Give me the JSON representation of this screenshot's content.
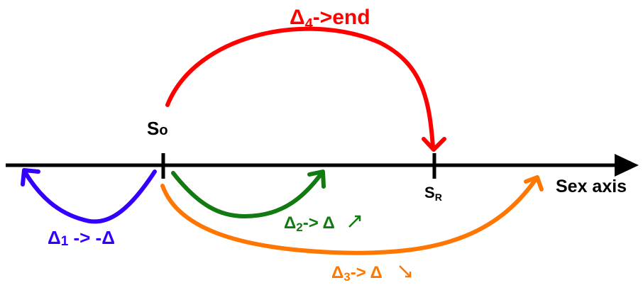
{
  "axis": {
    "label": "Sex axis",
    "color": "#000000"
  },
  "points": {
    "origin": {
      "base": "S",
      "sub": "o"
    },
    "reference": {
      "base": "S",
      "sub": "R"
    }
  },
  "arrows": {
    "delta1": {
      "delta": "Δ",
      "sub": "1",
      "rest": " -> -Δ",
      "color": "#3300FF"
    },
    "delta2": {
      "delta": "Δ",
      "sub": "2",
      "rest": "-> Δ",
      "suffix_icon": "arrow-up-right-icon",
      "color": "#117A11"
    },
    "delta3": {
      "delta": "Δ",
      "sub": "3",
      "rest": "-> Δ",
      "suffix_icon": "arrow-down-right-icon",
      "color": "#FF7700"
    },
    "delta4": {
      "delta": "Δ",
      "sub": "4",
      "rest": "->end",
      "color": "#FF0000"
    }
  }
}
